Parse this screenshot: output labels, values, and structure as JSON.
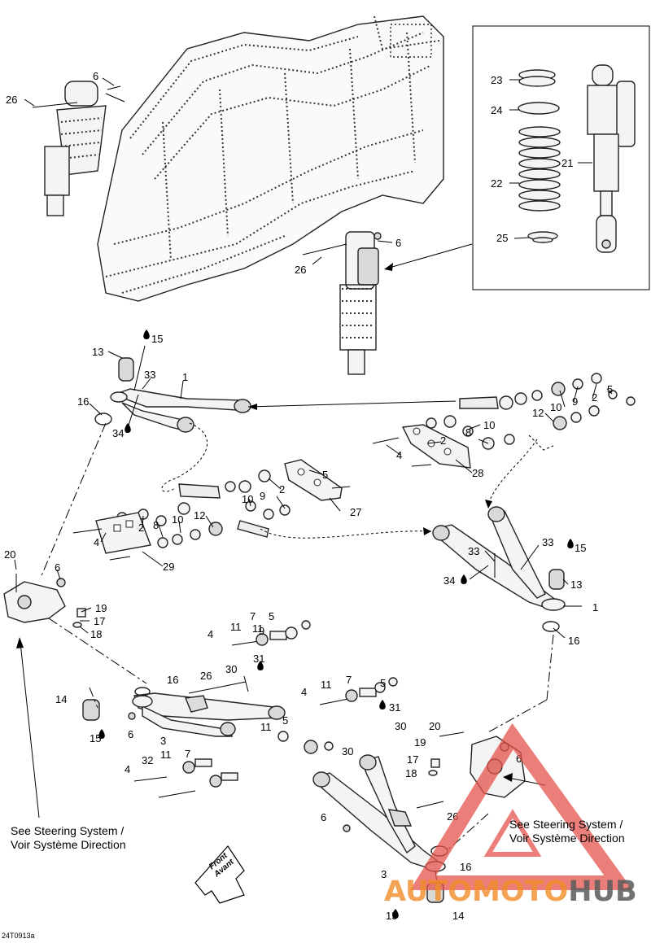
{
  "diagram": {
    "figure_code": "24T0913a",
    "notes": {
      "steering_left": [
        "See Steering System /",
        "Voir Système Direction"
      ],
      "steering_right": [
        "See Steering System /",
        "Voir Système Direction"
      ]
    },
    "front_arrow": [
      "Front",
      "Avant"
    ],
    "watermark": {
      "part1": "AUTOMOTO",
      "part2": "HUB"
    },
    "callouts": [
      "26",
      "6",
      "6",
      "26",
      "23",
      "24",
      "22",
      "21",
      "25",
      "13",
      "15",
      "33",
      "1",
      "16",
      "34",
      "5",
      "2",
      "10",
      "9",
      "12",
      "10",
      "8",
      "2",
      "4",
      "28",
      "5",
      "2",
      "9",
      "10",
      "27",
      "12",
      "10",
      "8",
      "2",
      "4",
      "29",
      "33",
      "33",
      "15",
      "34",
      "13",
      "1",
      "16",
      "20",
      "6",
      "19",
      "17",
      "18",
      "7",
      "11",
      "5",
      "4",
      "11",
      "9",
      "31",
      "30",
      "26",
      "16",
      "14",
      "15",
      "6",
      "3",
      "11",
      "5",
      "7",
      "4",
      "32",
      "11",
      "7",
      "11",
      "5",
      "4",
      "31",
      "30",
      "20",
      "19",
      "6",
      "17",
      "18",
      "30",
      "6",
      "26",
      "16",
      "3",
      "15",
      "14"
    ]
  }
}
